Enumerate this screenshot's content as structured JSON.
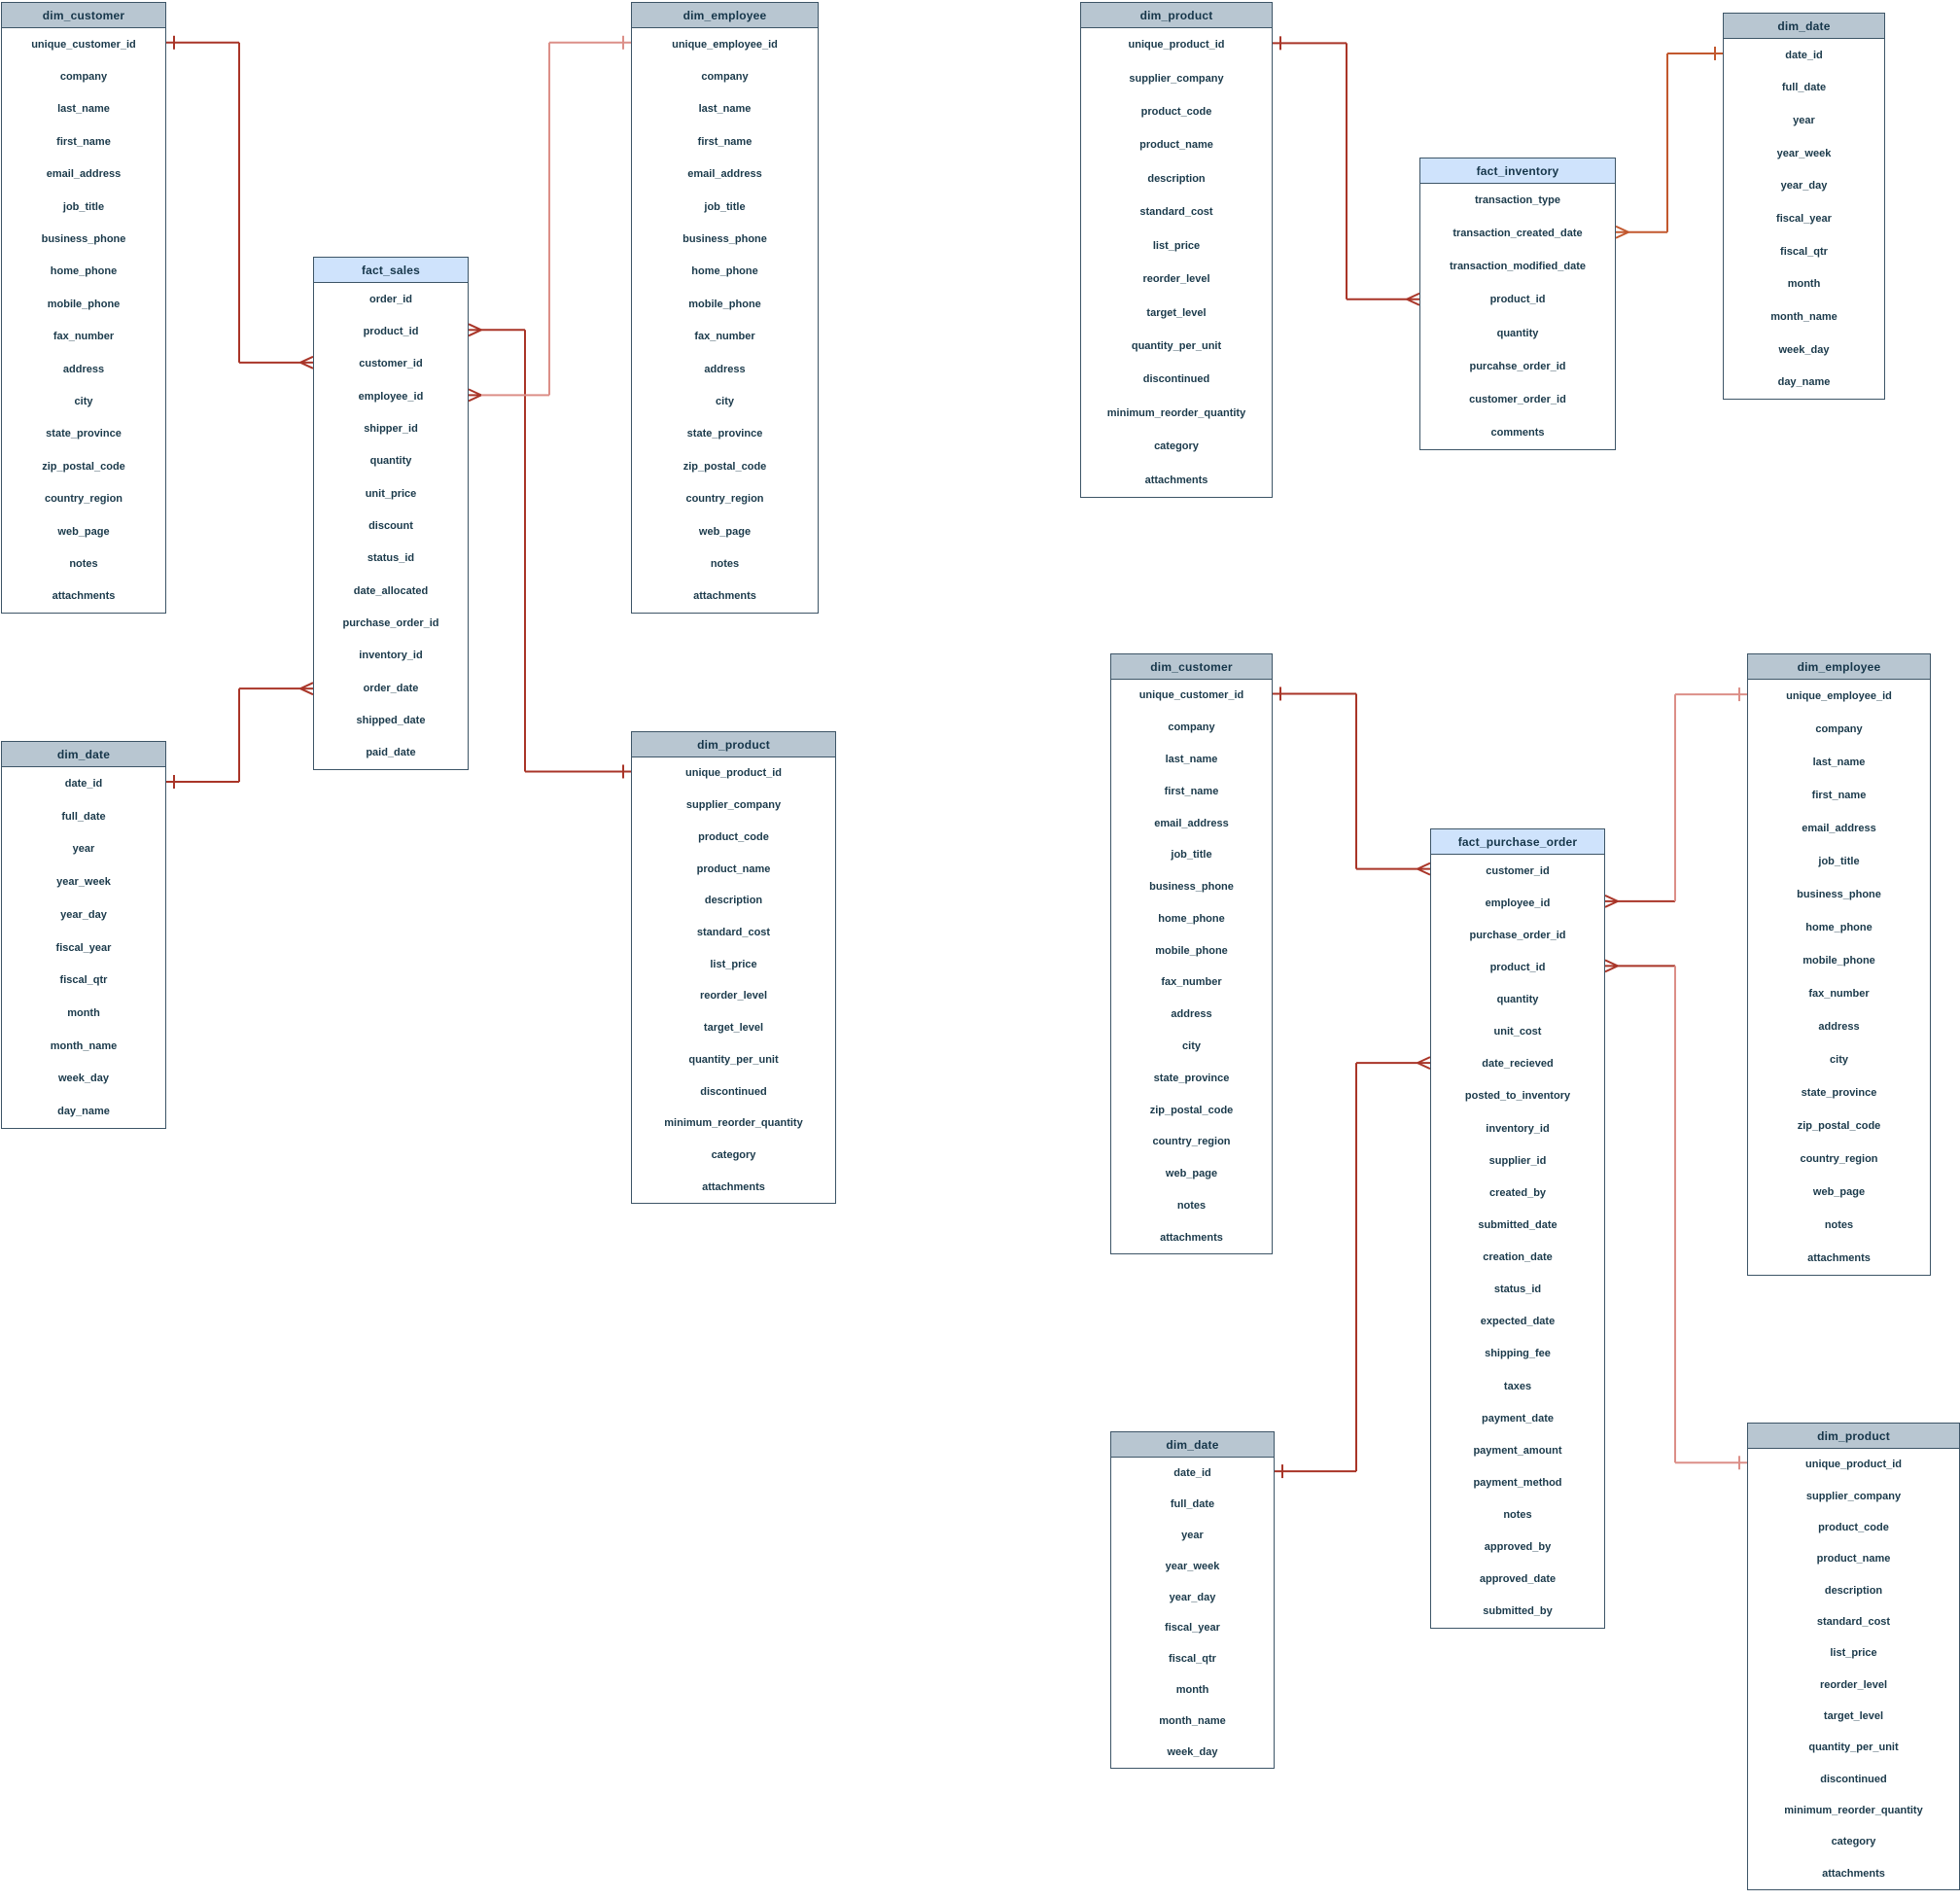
{
  "diagram": {
    "title": "star schema entity relationship diagram",
    "colors": {
      "dim_header": "#b8c6d1",
      "fact_header": "#cfe3fc",
      "table_border": "#3d5567",
      "field_text": "#1b3a4b",
      "red": "#a93528",
      "salmon": "#dc8f88",
      "orange": "#c2582e"
    },
    "tables": [
      {
        "id": "dim_customer_left",
        "name": "dim_customer",
        "kind": "dim",
        "fields": [
          "unique_customer_id",
          "company",
          "last_name",
          "first_name",
          "email_address",
          "job_title",
          "business_phone",
          "home_phone",
          "mobile_phone",
          "fax_number",
          "address",
          "city",
          "state_province",
          "zip_postal_code",
          "country_region",
          "web_page",
          "notes",
          "attachments"
        ]
      },
      {
        "id": "fact_sales",
        "name": "fact_sales",
        "kind": "fact",
        "fields": [
          "order_id",
          "product_id",
          "customer_id",
          "employee_id",
          "shipper_id",
          "quantity",
          "unit_price",
          "discount",
          "status_id",
          "date_allocated",
          "purchase_order_id",
          "inventory_id",
          "order_date",
          "shipped_date",
          "paid_date"
        ]
      },
      {
        "id": "dim_employee_left",
        "name": "dim_employee",
        "kind": "dim",
        "fields": [
          "unique_employee_id",
          "company",
          "last_name",
          "first_name",
          "email_address",
          "job_title",
          "business_phone",
          "home_phone",
          "mobile_phone",
          "fax_number",
          "address",
          "city",
          "state_province",
          "zip_postal_code",
          "country_region",
          "web_page",
          "notes",
          "attachments"
        ]
      },
      {
        "id": "dim_date_left",
        "name": "dim_date",
        "kind": "dim",
        "fields": [
          "date_id",
          "full_date",
          "year",
          "year_week",
          "year_day",
          "fiscal_year",
          "fiscal_qtr",
          "month",
          "month_name",
          "week_day",
          "day_name"
        ]
      },
      {
        "id": "dim_product_mid",
        "name": "dim_product",
        "kind": "dim",
        "fields": [
          "unique_product_id",
          "supplier_company",
          "product_code",
          "product_name",
          "description",
          "standard_cost",
          "list_price",
          "reorder_level",
          "target_level",
          "quantity_per_unit",
          "discontinued",
          "minimum_reorder_quantity",
          "category",
          "attachments"
        ]
      },
      {
        "id": "dim_product_topright",
        "name": "dim_product",
        "kind": "dim",
        "fields": [
          "unique_product_id",
          "supplier_company",
          "product_code",
          "product_name",
          "description",
          "standard_cost",
          "list_price",
          "reorder_level",
          "target_level",
          "quantity_per_unit",
          "discontinued",
          "minimum_reorder_quantity",
          "category",
          "attachments"
        ]
      },
      {
        "id": "fact_inventory",
        "name": "fact_inventory",
        "kind": "fact",
        "fields": [
          "transaction_type",
          "transaction_created_date",
          "transaction_modified_date",
          "product_id",
          "quantity",
          "purcahse_order_id",
          "customer_order_id",
          "comments"
        ]
      },
      {
        "id": "dim_date_topright",
        "name": "dim_date",
        "kind": "dim",
        "fields": [
          "date_id",
          "full_date",
          "year",
          "year_week",
          "year_day",
          "fiscal_year",
          "fiscal_qtr",
          "month",
          "month_name",
          "week_day",
          "day_name"
        ]
      },
      {
        "id": "dim_customer_right",
        "name": "dim_customer",
        "kind": "dim",
        "fields": [
          "unique_customer_id",
          "company",
          "last_name",
          "first_name",
          "email_address",
          "job_title",
          "business_phone",
          "home_phone",
          "mobile_phone",
          "fax_number",
          "address",
          "city",
          "state_province",
          "zip_postal_code",
          "country_region",
          "web_page",
          "notes",
          "attachments"
        ]
      },
      {
        "id": "fact_purchase_order",
        "name": "fact_purchase_order",
        "kind": "fact",
        "fields": [
          "customer_id",
          "employee_id",
          "purchase_order_id",
          "product_id",
          "quantity",
          "unit_cost",
          "date_recieved",
          "posted_to_inventory",
          "inventory_id",
          "supplier_id",
          "created_by",
          "submitted_date",
          "creation_date",
          "status_id",
          "expected_date",
          "shipping_fee",
          "taxes",
          "payment_date",
          "payment_amount",
          "payment_method",
          "notes",
          "approved_by",
          "approved_date",
          "submitted_by"
        ]
      },
      {
        "id": "dim_employee_right",
        "name": "dim_employee",
        "kind": "dim",
        "fields": [
          "unique_employee_id",
          "company",
          "last_name",
          "first_name",
          "email_address",
          "job_title",
          "business_phone",
          "home_phone",
          "mobile_phone",
          "fax_number",
          "address",
          "city",
          "state_province",
          "zip_postal_code",
          "country_region",
          "web_page",
          "notes",
          "attachments"
        ]
      },
      {
        "id": "dim_date_bottommid",
        "name": "dim_date",
        "kind": "dim",
        "fields": [
          "date_id",
          "full_date",
          "year",
          "year_week",
          "year_day",
          "fiscal_year",
          "fiscal_qtr",
          "month",
          "month_name",
          "week_day"
        ]
      },
      {
        "id": "dim_product_bottomright",
        "name": "dim_product",
        "kind": "dim",
        "fields": [
          "unique_product_id",
          "supplier_company",
          "product_code",
          "product_name",
          "description",
          "standard_cost",
          "list_price",
          "reorder_level",
          "target_level",
          "quantity_per_unit",
          "discontinued",
          "minimum_reorder_quantity",
          "category",
          "attachments"
        ]
      }
    ],
    "relationships": [
      {
        "one": "dim_customer_left.unique_customer_id",
        "many": "fact_sales.customer_id",
        "color": "red"
      },
      {
        "one": "dim_product_mid.unique_product_id",
        "many": "fact_sales.product_id",
        "color": "red"
      },
      {
        "one": "dim_employee_left.unique_employee_id",
        "many": "fact_sales.employee_id",
        "color": "salmon",
        "foot": "red"
      },
      {
        "one": "dim_date_left.date_id",
        "many": "fact_sales.order_date",
        "color": "red"
      },
      {
        "one": "dim_product_topright.unique_product_id",
        "many": "fact_inventory.product_id",
        "color": "red"
      },
      {
        "one": "dim_date_topright.date_id",
        "many": "fact_inventory.transaction_created_date",
        "color": "orange"
      },
      {
        "one": "dim_customer_right.unique_customer_id",
        "many": "fact_purchase_order.customer_id",
        "color": "red"
      },
      {
        "one": "dim_employee_right.unique_employee_id",
        "many": "fact_purchase_order.employee_id",
        "color": "salmon",
        "stub": "red",
        "foot": "red"
      },
      {
        "one": "dim_product_bottomright.unique_product_id",
        "many": "fact_purchase_order.product_id",
        "color": "salmon",
        "stub": "red",
        "foot": "red"
      },
      {
        "one": "dim_date_bottommid.date_id",
        "many": "fact_purchase_order.date_recieved",
        "color": "red"
      }
    ]
  }
}
